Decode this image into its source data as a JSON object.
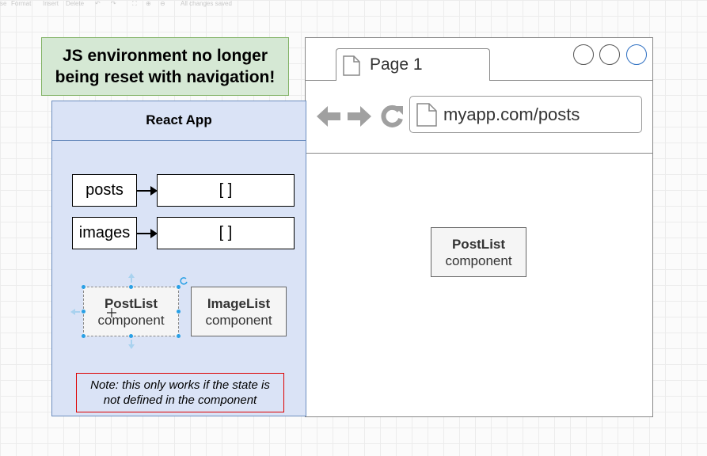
{
  "toolbar": {
    "items": [
      "se",
      "Format",
      "Insert",
      "Delete",
      "All changes saved"
    ]
  },
  "green_note": {
    "line1": "JS environment no longer",
    "line2": "being reset with navigation!"
  },
  "react_app": {
    "title": "React App",
    "rows": [
      {
        "key": "posts",
        "value": "[   ]"
      },
      {
        "key": "images",
        "value": "[   ]"
      }
    ],
    "components": [
      {
        "title": "PostList",
        "subtitle": "component"
      },
      {
        "title": "ImageList",
        "subtitle": "component"
      }
    ],
    "note": "Note: this only works if the state is not defined in the component"
  },
  "browser": {
    "tab_label": "Page 1",
    "url": "myapp.com/posts",
    "content_component": {
      "title": "PostList",
      "subtitle": "component"
    }
  },
  "colors": {
    "green_fill": "#d5e8d4",
    "green_border": "#82b366",
    "blue_fill": "#dae3f6",
    "blue_border": "#6c8ebf",
    "note_border": "#dd0000",
    "selection_handle": "#29a0e5"
  },
  "icons": [
    "document-icon",
    "back-arrow-icon",
    "forward-arrow-icon",
    "reload-icon",
    "window-circle-icon"
  ]
}
